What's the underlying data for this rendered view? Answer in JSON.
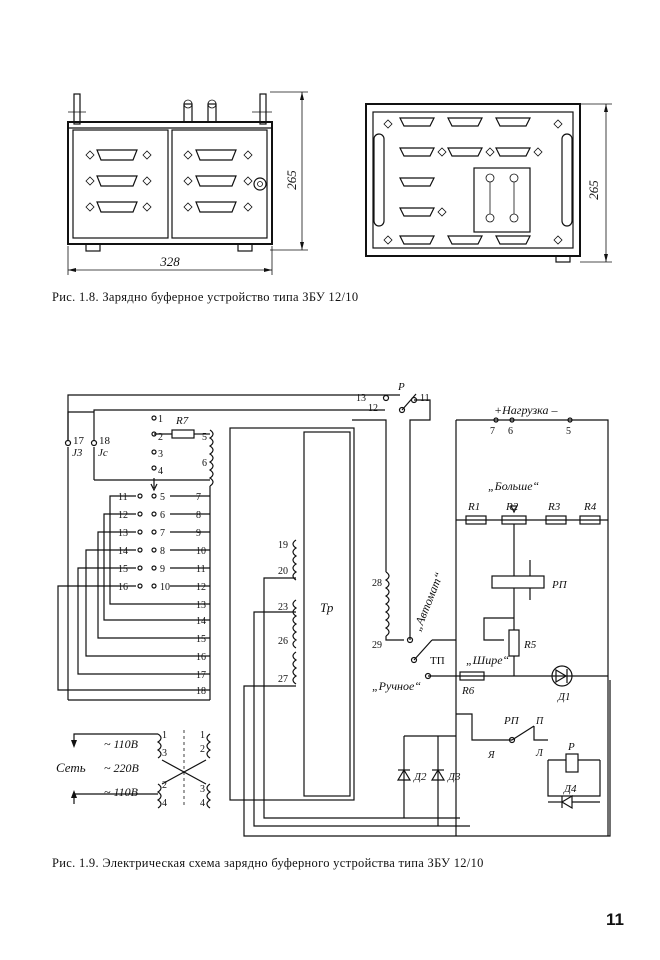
{
  "fig18": {
    "caption": "Рис. 1.8. Зарядно буферное устройство типа ЗБУ 12/10",
    "dim_width": "328",
    "dim_height_left": "265",
    "dim_height_right": "265"
  },
  "fig19": {
    "caption": "Рис. 1.9. Электрическая схема зарядно буферного устройства типа ЗБУ 12/10",
    "labels": {
      "nagruzka": "+Нагрузка –",
      "bolshe": "„Больше“",
      "avtomat": "„Автомат“",
      "ruchnoe": "„Ручное“",
      "shire": "„Шире“",
      "tp": "ТП",
      "tr": "Тр",
      "rp": "РП",
      "p": "Р",
      "set": "Сеть",
      "r1": "R1",
      "r2": "R2",
      "r3": "R3",
      "r4": "R4",
      "r5": "R5",
      "r6": "R6",
      "r7": "R7",
      "d1": "Д1",
      "d2": "Д2",
      "d3": "Д3",
      "d4": "Д4",
      "j3": "J3",
      "jc": "Jc",
      "v110a": "~ 110В",
      "v220": "~ 220В",
      "v110b": "~ 110В",
      "n17": "17",
      "n18": "18",
      "n13": "13",
      "n12": "12",
      "n11": "11",
      "nl7": "7",
      "nl6": "6",
      "nl5": "5",
      "rp_p": "П",
      "rp_ya": "Я",
      "rp_l": "Л"
    },
    "tap_left": [
      "11",
      "12",
      "13",
      "14",
      "15",
      "16"
    ],
    "tap_sw_a": [
      "1",
      "2",
      "3",
      "4"
    ],
    "tap_sw_b": [
      "5",
      "6",
      "7",
      "8",
      "9",
      "10"
    ],
    "tap_sec": [
      "5",
      "6",
      "7",
      "8",
      "9",
      "10",
      "11",
      "12",
      "13",
      "14",
      "15",
      "16",
      "17",
      "18"
    ],
    "tap_w2": [
      "19",
      "20",
      "23",
      "26",
      "27"
    ],
    "tap_w3": [
      "28",
      "29"
    ]
  },
  "page_number": "11"
}
